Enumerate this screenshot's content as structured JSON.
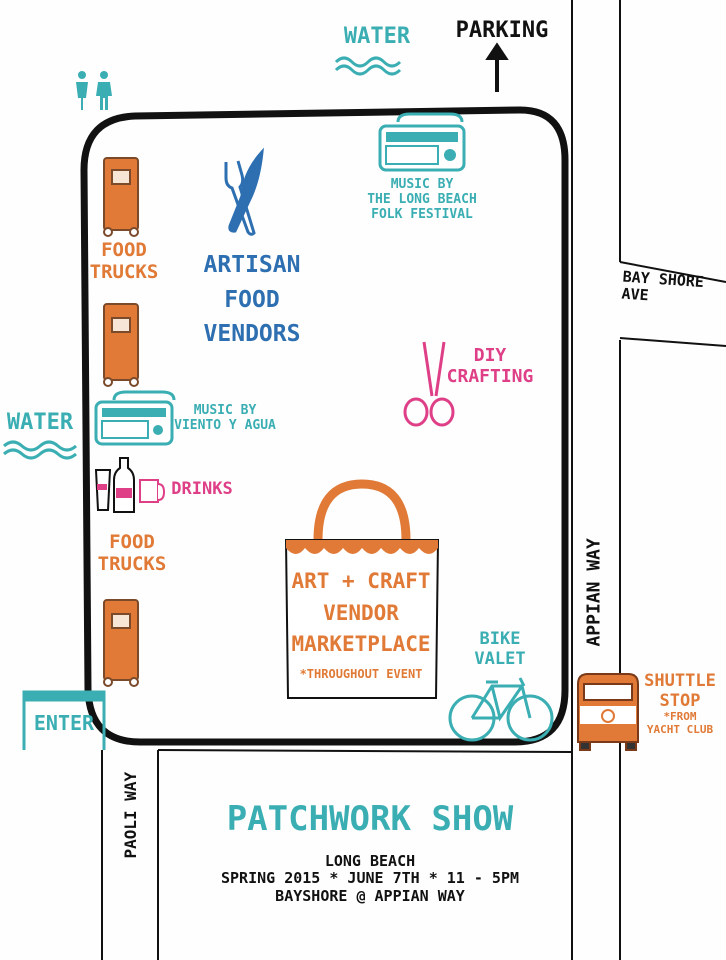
{
  "labels": {
    "water_top": "WATER",
    "parking": "PARKING",
    "music_top": [
      "MUSIC BY",
      "THE LONG BEACH",
      "FOLK FESTIVAL"
    ],
    "food_trucks_top": [
      "FOOD",
      "TRUCKS"
    ],
    "artisan": [
      "ARTISAN",
      "FOOD",
      "VENDORS"
    ],
    "bay_shore": [
      "BAY SHORE",
      "AVE"
    ],
    "diy": [
      "DIY",
      "CRAFTING"
    ],
    "water_left": "WATER",
    "music_left": [
      "MUSIC BY",
      "VIENTO Y AGUA"
    ],
    "drinks": "DRINKS",
    "food_trucks_bottom": [
      "FOOD",
      "TRUCKS"
    ],
    "marketplace": [
      "ART + CRAFT",
      "VENDOR",
      "MARKETPLACE"
    ],
    "throughout": "*THROUGHOUT EVENT",
    "appian_way": "APPIAN WAY",
    "bike_valet": [
      "BIKE",
      "VALET"
    ],
    "shuttle": [
      "SHUTTLE",
      "STOP",
      "*FROM",
      "YACHT CLUB"
    ],
    "enter": "ENTER",
    "paoli_way": "PAOLI WAY"
  },
  "footer": {
    "title": "PATCHWORK SHOW",
    "line1": "LONG BEACH",
    "line2": "SPRING 2015 * JUNE 7TH * 11 - 5PM",
    "line3": "BAYSHORE @ APPIAN WAY"
  },
  "icons": [
    "restroom-icon",
    "arrow-up-icon",
    "radio-icon",
    "food-truck-icon",
    "fork-knife-icon",
    "scissors-icon",
    "drinks-icon",
    "tote-bag-icon",
    "bicycle-icon",
    "shuttle-van-icon",
    "wave-icon"
  ],
  "colors": {
    "teal": "#3aaeb2",
    "orange": "#e07a36",
    "blue": "#2d6fb0",
    "pink": "#de3f87",
    "outline": "#111111"
  }
}
